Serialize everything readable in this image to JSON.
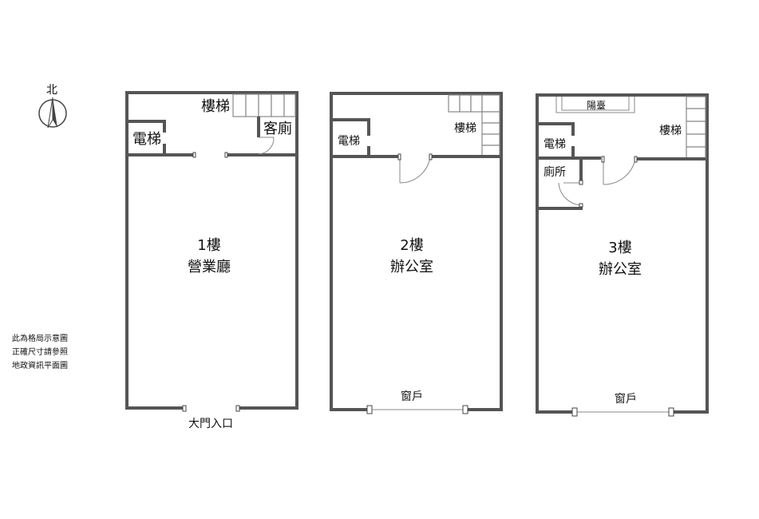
{
  "compass": {
    "label": "北"
  },
  "notes": [
    "此為格局示意圖",
    "正確尺寸請參照",
    "地政資訊平面圖"
  ],
  "floor1": {
    "stairs": "樓梯",
    "elevator": "電梯",
    "guest_toilet": "客廁",
    "floor": "1樓",
    "room": "營業廳",
    "entrance": "大門入口"
  },
  "floor2": {
    "stairs": "樓梯",
    "elevator": "電梯",
    "floor": "2樓",
    "room": "辦公室",
    "window": "窗戶"
  },
  "floor3": {
    "balcony": "陽臺",
    "stairs": "樓梯",
    "elevator": "電梯",
    "toilet": "廁所",
    "floor": "3樓",
    "room": "辦公室",
    "window": "窗戶"
  }
}
